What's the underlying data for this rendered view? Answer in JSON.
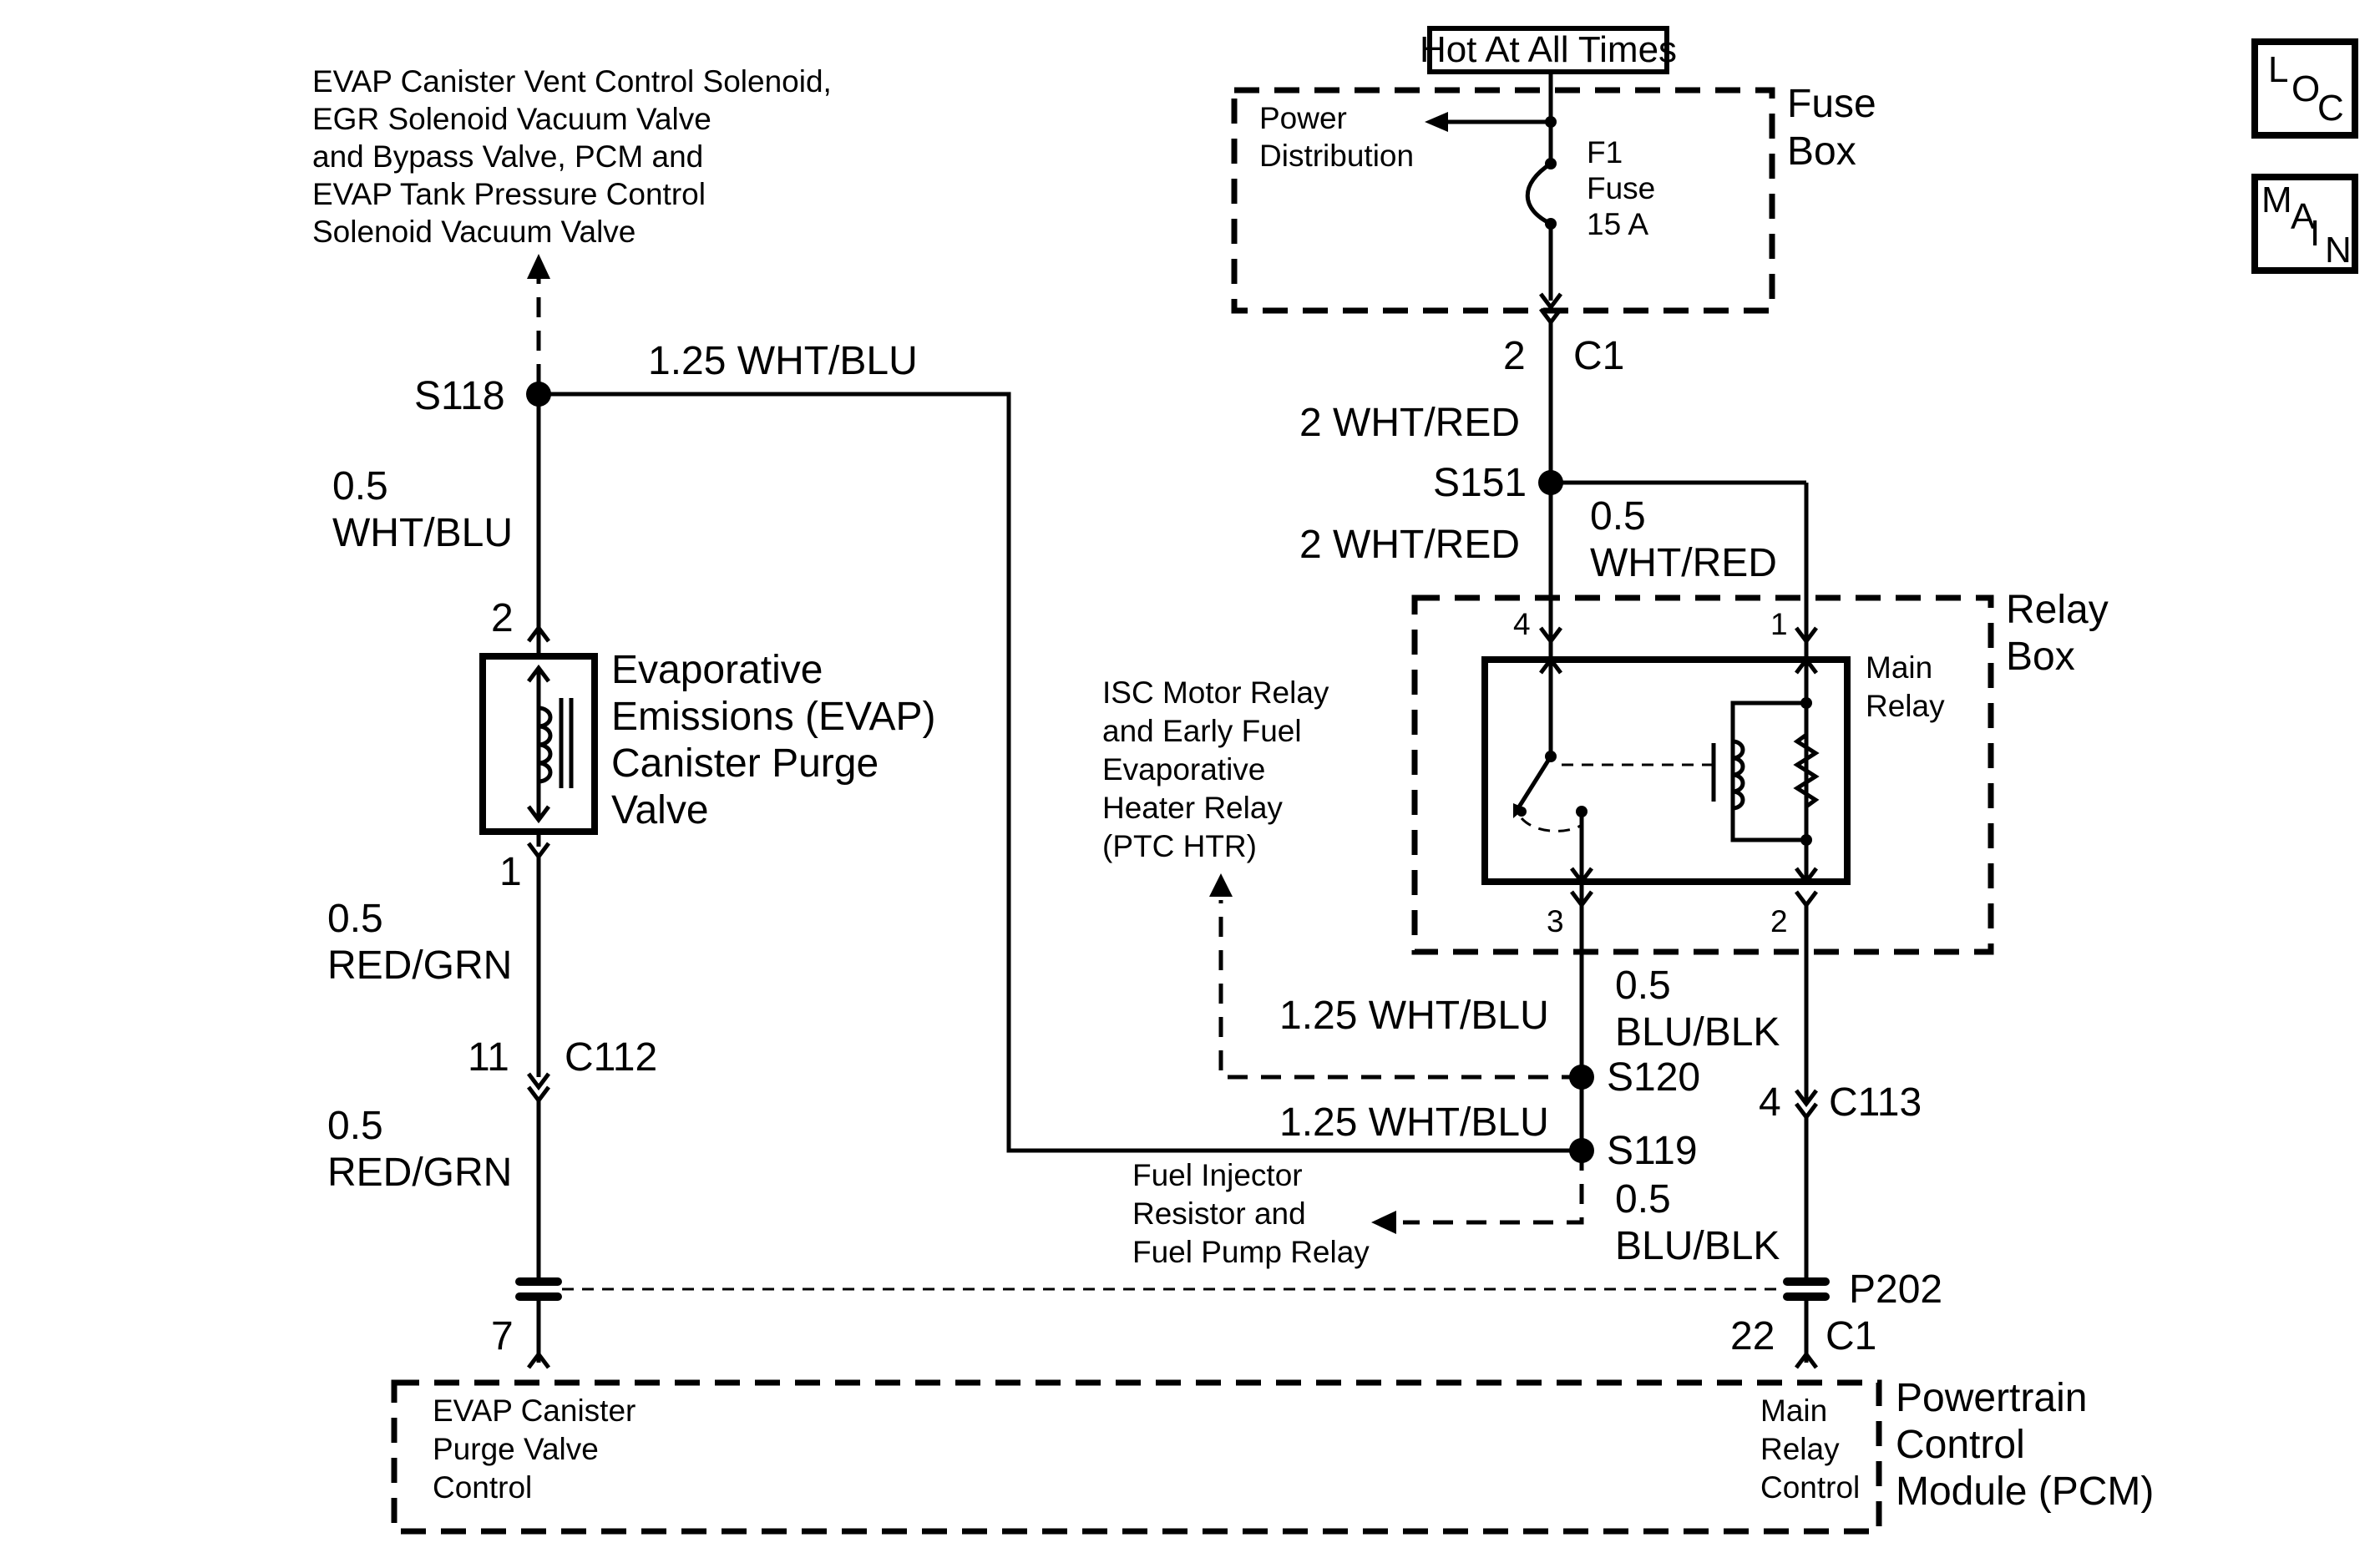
{
  "top_feed": {
    "label": "Hot At All Times"
  },
  "fuse_box": {
    "name_line1": "Fuse",
    "name_line2": "Box",
    "power_dist_line1": "Power",
    "power_dist_line2": "Distribution",
    "fuse_line1": "F1",
    "fuse_line2": "Fuse",
    "fuse_line3": "15 A"
  },
  "icons": {
    "loc": [
      "L",
      "O",
      "C"
    ],
    "main": [
      "M",
      "A",
      "I",
      "N"
    ]
  },
  "evap_dest": {
    "line1": "EVAP Canister Vent Control Solenoid,",
    "line2": "EGR Solenoid Vacuum Valve",
    "line3": "and Bypass Valve, PCM and",
    "line4": "EVAP Tank Pressure Control",
    "line5": "Solenoid Vacuum Valve"
  },
  "splices": {
    "s118": "S118",
    "s151": "S151",
    "s120": "S120",
    "s119": "S119"
  },
  "connectors": {
    "c1_top_pin": "2",
    "c1_top_name": "C1",
    "c112_pin": "11",
    "c112_name": "C112",
    "c113_pin": "4",
    "c113_name": "C113",
    "p202": "P202",
    "pcm_c1_left_pin": "7",
    "pcm_c1_right_pin": "22",
    "pcm_c1_name": "C1"
  },
  "wires": {
    "wht_blu_125_top": "1.25 WHT/BLU",
    "wht_blu_05_a": "0.5",
    "wht_blu_05_b": "WHT/BLU",
    "wht_red_2_upper": "2 WHT/RED",
    "wht_red_2_lower": "2 WHT/RED",
    "wht_red_05_a": "0.5",
    "wht_red_05_b": "WHT/RED",
    "red_grn_1_a": "0.5",
    "red_grn_1_b": "RED/GRN",
    "red_grn_2_a": "0.5",
    "red_grn_2_b": "RED/GRN",
    "wht_blu_125_mid": "1.25 WHT/BLU",
    "wht_blu_125_low": "1.25 WHT/BLU",
    "blu_blk_1_a": "0.5",
    "blu_blk_1_b": "BLU/BLK",
    "blu_blk_2_a": "0.5",
    "blu_blk_2_b": "BLU/BLK"
  },
  "evap_valve": {
    "pin_top": "2",
    "pin_bottom": "1",
    "line1": "Evaporative",
    "line2": "Emissions (EVAP)",
    "line3": "Canister Purge",
    "line4": "Valve"
  },
  "relay_box": {
    "name_line1": "Relay",
    "name_line2": "Box",
    "main_relay_line1": "Main",
    "main_relay_line2": "Relay",
    "pin4": "4",
    "pin1": "1",
    "pin3": "3",
    "pin2": "2"
  },
  "isc_dest": {
    "line1": "ISC Motor Relay",
    "line2": "and Early Fuel",
    "line3": "Evaporative",
    "line4": "Heater Relay",
    "line5": "(PTC HTR)"
  },
  "fuel_dest": {
    "line1": "Fuel Injector",
    "line2": "Resistor and",
    "line3": "Fuel Pump Relay"
  },
  "pcm": {
    "left_line1": "EVAP Canister",
    "left_line2": "Purge Valve",
    "left_line3": "Control",
    "right_line1": "Main",
    "right_line2": "Relay",
    "right_line3": "Control",
    "name_line1": "Powertrain",
    "name_line2": "Control",
    "name_line3": "Module (PCM)"
  }
}
